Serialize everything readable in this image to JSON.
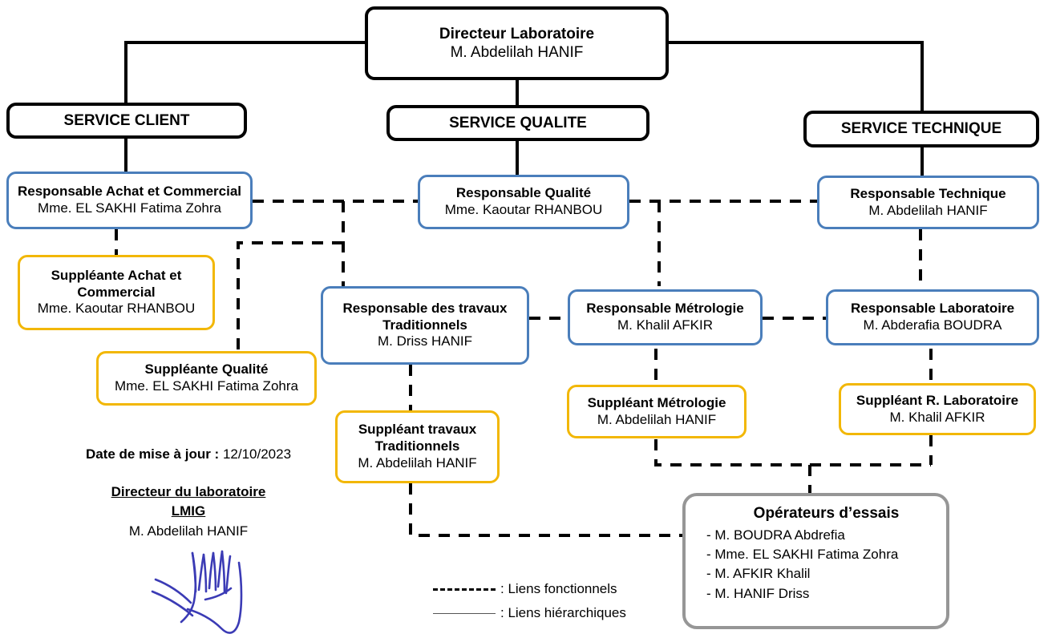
{
  "document": {
    "kind": "organigramme",
    "organization": "LMIG"
  },
  "nodes": {
    "director": {
      "title": "Directeur Laboratoire",
      "person": "M. Abdelilah HANIF"
    },
    "service_client": {
      "title": "SERVICE CLIENT"
    },
    "service_qualite": {
      "title": "SERVICE QUALITE"
    },
    "service_technique": {
      "title": "SERVICE TECHNIQUE"
    },
    "resp_achat": {
      "title": "Responsable Achat et Commercial",
      "person": "Mme. EL SAKHI Fatima Zohra"
    },
    "resp_qualite": {
      "title": "Responsable Qualité",
      "person": "Mme. Kaoutar RHANBOU"
    },
    "resp_technique": {
      "title": "Responsable Technique",
      "person": "M. Abdelilah HANIF"
    },
    "supp_achat": {
      "title_line1": "Suppléante Achat et",
      "title_line2": "Commercial",
      "person": "Mme. Kaoutar RHANBOU"
    },
    "supp_qualite": {
      "title": "Suppléante Qualité",
      "person": "Mme. EL SAKHI Fatima Zohra"
    },
    "resp_travaux": {
      "title_line1": "Responsable des travaux",
      "title_line2": "Traditionnels",
      "person": "M. Driss HANIF"
    },
    "resp_metrologie": {
      "title": "Responsable Métrologie",
      "person": "M. Khalil AFKIR"
    },
    "resp_laboratoire": {
      "title": "Responsable Laboratoire",
      "person": "M. Abderafia BOUDRA"
    },
    "supp_travaux": {
      "title_line1": "Suppléant travaux",
      "title_line2": "Traditionnels",
      "person": "M. Abdelilah HANIF"
    },
    "supp_metrologie": {
      "title": "Suppléant Métrologie",
      "person": "M. Abdelilah HANIF"
    },
    "supp_laboratoire": {
      "title": "Suppléant R. Laboratoire",
      "person": "M. Khalil AFKIR"
    },
    "operateurs": {
      "title": "Opérateurs d’essais",
      "members": [
        "- M. BOUDRA Abdrefia",
        "- Mme. EL SAKHI Fatima Zohra",
        "- M. AFKIR Khalil",
        "- M. HANIF Driss"
      ]
    }
  },
  "footer": {
    "date_label": "Date de mise à jour :",
    "date_value": "12/10/2023",
    "signature_title_line1": "Directeur du laboratoire",
    "signature_title_line2": "LMIG",
    "signature_person": "M. Abdelilah HANIF"
  },
  "legend": {
    "functional": ": Liens fonctionnels",
    "hierarchical": ": Liens hiérarchiques"
  },
  "colors": {
    "root_border": "#000000",
    "responsable_border": "#4a7ebb",
    "suppleant_border": "#f2b705",
    "operateurs_border": "#969696",
    "link_solid": "#000000",
    "link_dashed": "#000000",
    "signature_ink": "#3b3bb5"
  }
}
